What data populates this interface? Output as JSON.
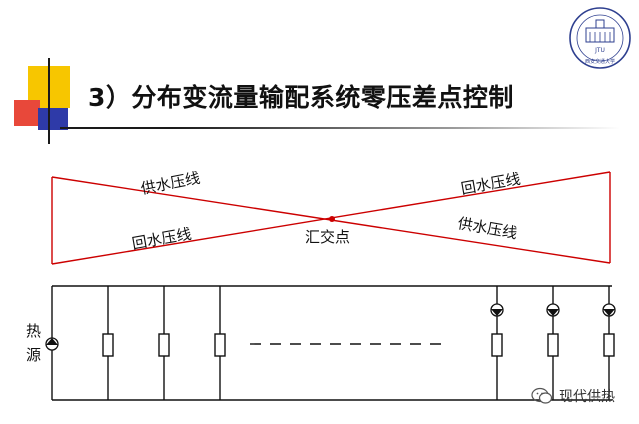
{
  "title": "3）分布变流量输配系统零压差点控制",
  "diagram": {
    "supply_line_left": "供水压线",
    "return_line_left": "回水压线",
    "return_line_right": "回水压线",
    "supply_line_right": "供水压线",
    "junction_label": "汇交点",
    "heat_source_label_1": "热",
    "heat_source_label_2": "源"
  },
  "logo": {
    "text_top": "JTU",
    "text_bottom": "西安交通大学"
  },
  "watermark": {
    "text": "现代供热"
  },
  "colors": {
    "pressure_lines": "#cc0000",
    "circuit": "#111111",
    "deco_yellow": "#f7c600",
    "deco_red": "#e8483a",
    "deco_blue": "#2e3aa8",
    "logo_blue": "#2e3f8f"
  }
}
